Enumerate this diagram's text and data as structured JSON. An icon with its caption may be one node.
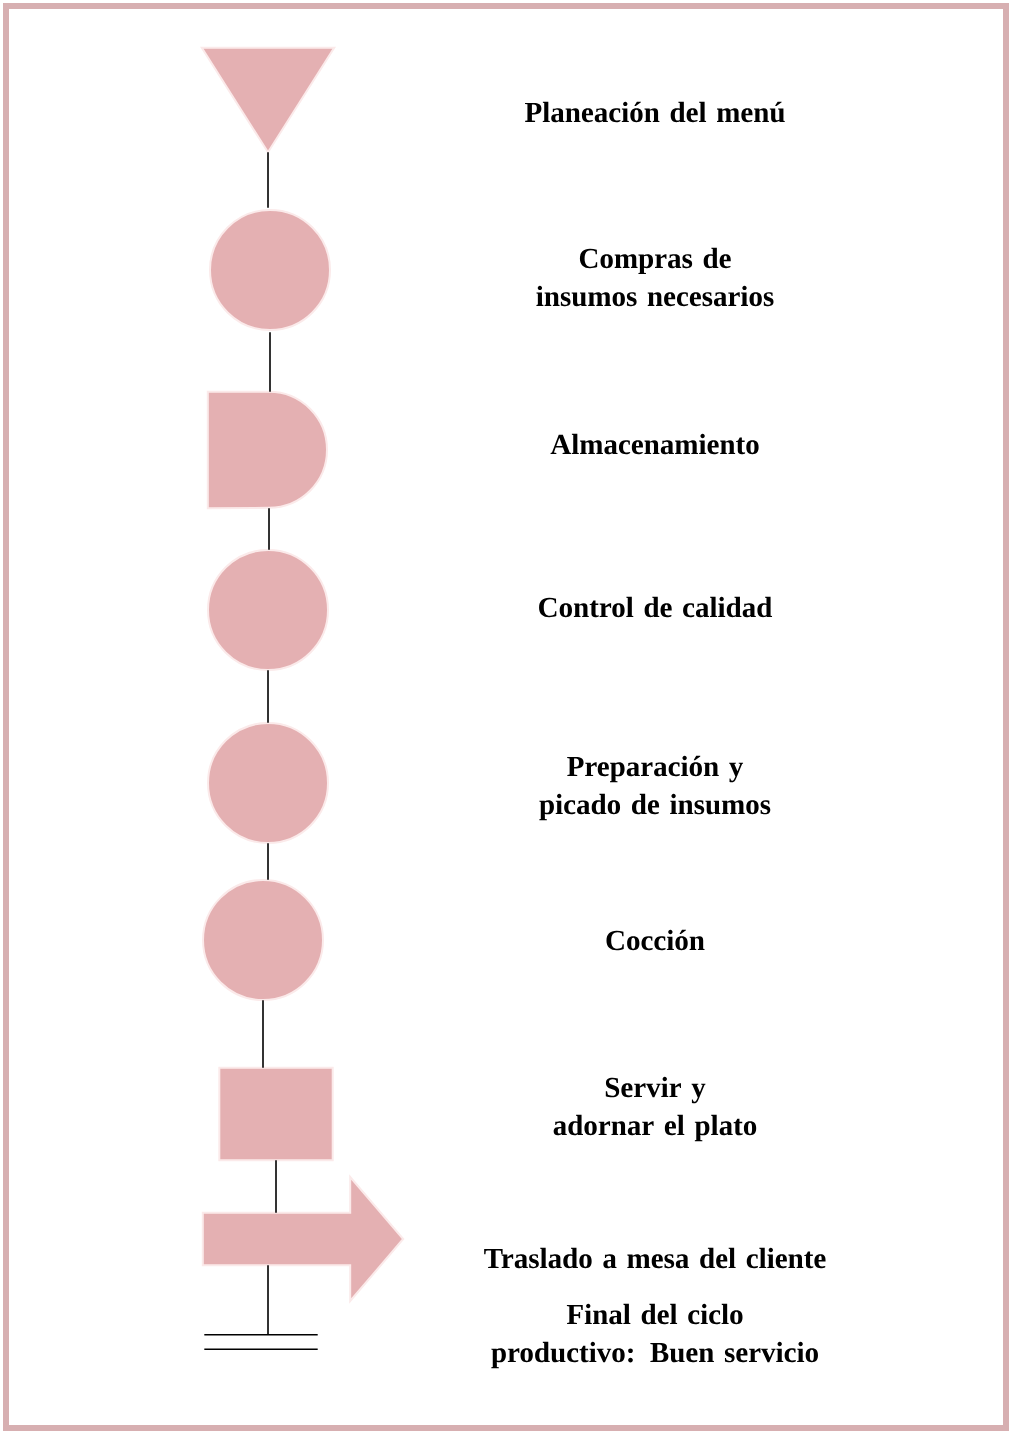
{
  "diagram": {
    "nodes": [
      {
        "text": [],
        "shape": "triangle"
      },
      {
        "text": [],
        "shape": "circle"
      },
      {
        "text": [],
        "shape": "semicircle"
      },
      {
        "text": [],
        "shape": "circle"
      },
      {
        "text": [],
        "shape": "circle"
      },
      {
        "text": [],
        "shape": "circle"
      },
      {
        "text": [],
        "shape": "box"
      },
      {
        "text": [],
        "shape": "arrow"
      },
      {
        "text": [],
        "shape": "bar"
      }
    ],
    "labels": [
      "Planeación del menú",
      "Compras de insumos necesarios",
      "Almacenamiento",
      "Control de calidad",
      "Preparación y picado de insumos",
      "Cocción",
      "Servir y adornar el plato",
      "Traslado a mesa del cliente",
      "Final del ciclo productivo: Buen servicio"
    ],
    "edges": [
      {
        "from": 0,
        "to": 1,
        "arrow": "none"
      },
      {
        "from": 1,
        "to": 2,
        "arrow": "none"
      },
      {
        "from": 2,
        "to": 3,
        "arrow": "none"
      },
      {
        "from": 3,
        "to": 4,
        "arrow": "none"
      },
      {
        "from": 4,
        "to": 5,
        "arrow": "none"
      },
      {
        "from": 5,
        "to": 6,
        "arrow": "none"
      },
      {
        "from": 6,
        "to": 7,
        "arrow": "none"
      },
      {
        "from": 7,
        "to": 8,
        "arrow": "none"
      }
    ]
  }
}
